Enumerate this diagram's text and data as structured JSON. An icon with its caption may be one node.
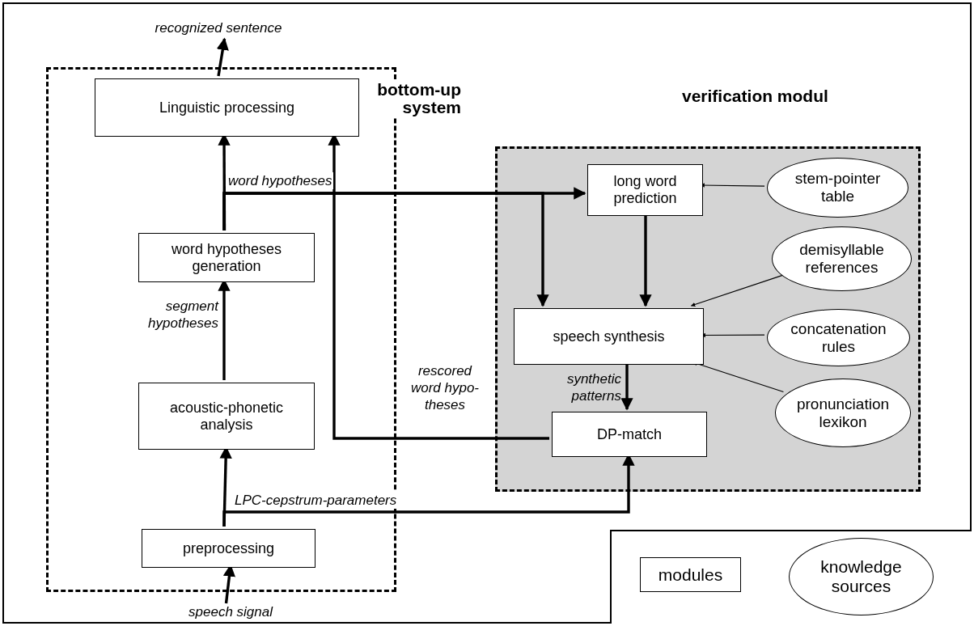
{
  "diagram": {
    "nodes": [
      {
        "text": [
          "bottom-up system"
        ]
      },
      {
        "text": [
          "Linguistic processing"
        ],
        "in": 0
      },
      {
        "text": [
          "word hypotheses generation"
        ],
        "in": 0
      },
      {
        "text": [
          "acoustic-phonetic analysis"
        ],
        "in": 0
      },
      {
        "text": [
          "preprocessing"
        ],
        "in": 0
      },
      {
        "text": [
          "verification modul"
        ]
      },
      {
        "text": [
          "long word prediction"
        ],
        "in": 5
      },
      {
        "text": [
          "speech synthesis"
        ],
        "in": 5
      },
      {
        "text": [
          "DP-match"
        ],
        "in": 5
      },
      {
        "text": [
          "stem-pointer table"
        ],
        "in": 5
      },
      {
        "text": [
          "demisyllable references"
        ],
        "in": 5
      },
      {
        "text": [
          "concatenation rules"
        ],
        "in": 5
      },
      {
        "text": [
          "pronunciation lexikon"
        ],
        "in": 5
      },
      {
        "text": [
          "recognized sentence"
        ]
      },
      {
        "text": [
          "speech signal"
        ]
      }
    ],
    "edges": [
      {
        "from": 1,
        "to": 13,
        "arrow": "to"
      },
      {
        "from": 14,
        "to": 4,
        "arrow": "to"
      },
      {
        "from": 4,
        "to": 3,
        "arrow": "to"
      },
      {
        "from": 4,
        "to": 8,
        "arrow": "to",
        "label": "LPC-cepstrum-parameters"
      },
      {
        "from": 3,
        "to": 2,
        "arrow": "to",
        "label": "segment hypotheses"
      },
      {
        "from": 2,
        "to": 1,
        "arrow": "to",
        "label": "word hypotheses"
      },
      {
        "from": 2,
        "to": 6,
        "arrow": "to"
      },
      {
        "from": 2,
        "to": 7,
        "arrow": "to"
      },
      {
        "from": 6,
        "to": 7,
        "arrow": "to"
      },
      {
        "from": 9,
        "to": 6,
        "arrow": "to"
      },
      {
        "from": 10,
        "to": 7,
        "arrow": "to"
      },
      {
        "from": 11,
        "to": 7,
        "arrow": "to"
      },
      {
        "from": 12,
        "to": 7,
        "arrow": "to"
      },
      {
        "from": 7,
        "to": 8,
        "arrow": "to",
        "label": "synthetic patterns"
      },
      {
        "from": 8,
        "to": 1,
        "arrow": "to",
        "label": "rescored word hypo- theses"
      }
    ],
    "legend": [
      {
        "text": "modules"
      },
      {
        "text": "knowledge sources"
      }
    ]
  }
}
